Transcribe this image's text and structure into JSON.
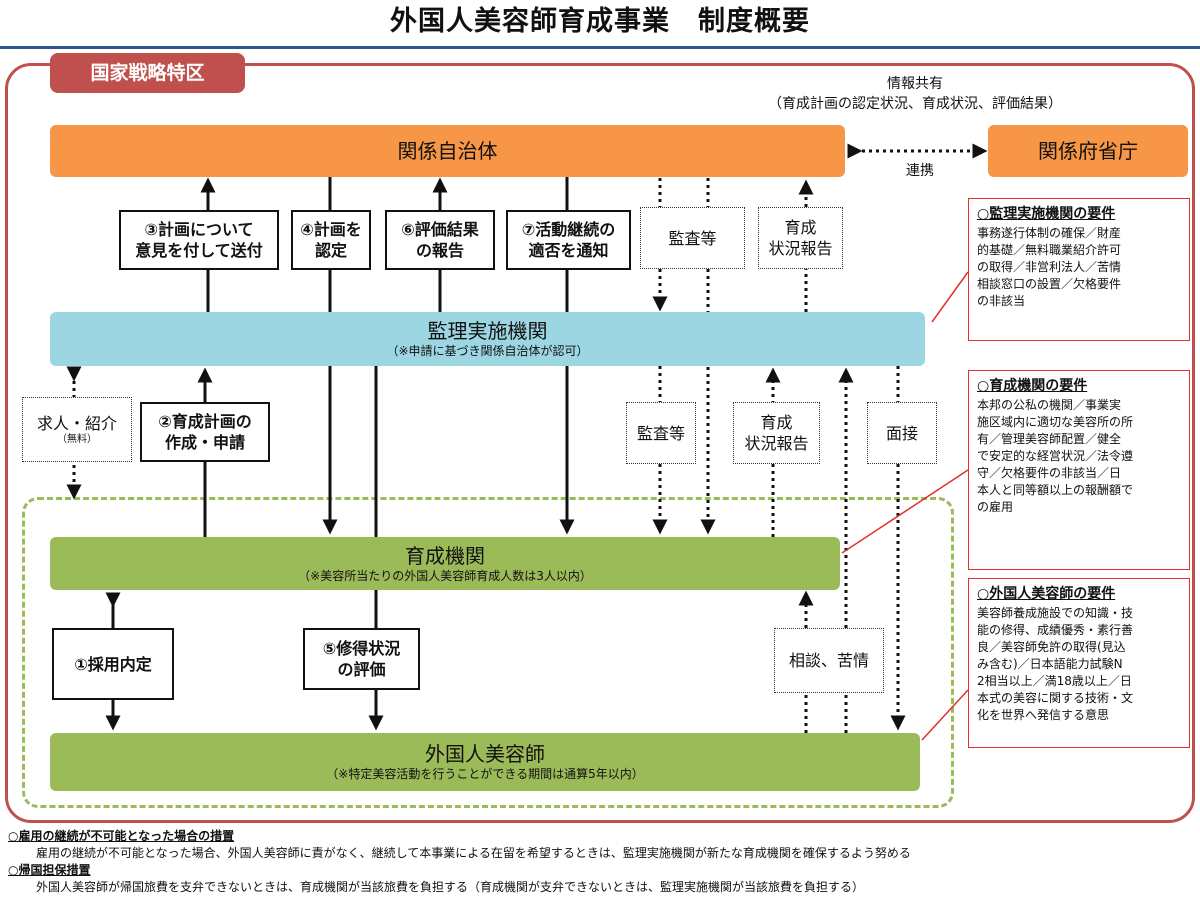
{
  "title": "外国人美容師育成事業　制度概要",
  "zone_label": "国家戦略特区",
  "info_share": {
    "line1": "情報共有",
    "line2": "（育成計画の認定状況、育成状況、評価結果）"
  },
  "entities": {
    "municipality": "関係自治体",
    "ministries": "関係府省庁",
    "supervisor": {
      "name": "監理実施機関",
      "note": "（※申請に基づき関係自治体が認可）"
    },
    "trainer": {
      "name": "育成機関",
      "note": "（※美容所当たりの外国人美容師育成人数は3人以内）"
    },
    "foreign": {
      "name": "外国人美容師",
      "note": "（※特定美容活動を行うことができる期間は通算5年以内）"
    }
  },
  "cooperation": "連携",
  "steps": {
    "s3": [
      "③計画について",
      "意見を付して送付"
    ],
    "s4": [
      "④計画を",
      "認定"
    ],
    "s6": [
      "⑥評価結果",
      "の報告"
    ],
    "s7": [
      "⑦活動継続の",
      "適否を通知"
    ],
    "s2": [
      "②育成計画の",
      "作成・申請"
    ],
    "s1": "①採用内定",
    "s5": [
      "⑤修得状況",
      "の評価"
    ]
  },
  "dotted_labels": {
    "audit_top": "監査等",
    "report_top": [
      "育成",
      "状況報告"
    ],
    "recruit": "求人・紹介",
    "recruit_note": "（無料）",
    "audit_mid": "監査等",
    "report_mid": [
      "育成",
      "状況報告"
    ],
    "interview": "面接",
    "consult": "相談、苦情"
  },
  "requirements": {
    "supervisor": {
      "title": "○監理実施機関の要件",
      "lines": [
        "事務遂行体制の確保／財産",
        "的基礎／無料職業紹介許可",
        "の取得／非営利法人／苦情",
        "相談窓口の設置／欠格要件",
        "の非該当"
      ]
    },
    "trainer": {
      "title": "○育成機関の要件",
      "lines": [
        "本邦の公私の機関／事業実",
        "施区域内に適切な美容所の所",
        "有／管理美容師配置／健全",
        "で安定的な経営状況／法令遵",
        "守／欠格要件の非該当／日",
        "本人と同等額以上の報酬額で",
        "の雇用"
      ]
    },
    "foreign": {
      "title": "○外国人美容師の要件",
      "lines": [
        "美容師養成施設での知識・技",
        "能の修得、成績優秀・素行善",
        "良／美容師免許の取得(見込",
        "み含む)／日本語能力試験N",
        "2相当以上／満18歳以上／日",
        "本式の美容に関する技術・文",
        "化を世界へ発信する意思"
      ]
    }
  },
  "footer": {
    "h1": "○雇用の継続が不可能となった場合の措置",
    "t1": "雇用の継続が不可能となった場合、外国人美容師に責がなく、継続して本事業による在留を希望するときは、監理実施機関が新たな育成機関を確保するよう努める",
    "h2": "○帰国担保措置",
    "t2": "外国人美容師が帰国旅費を支弁できないときは、育成機関が当該旅費を負担する（育成機関が支弁できないときは、監理実施機関が当該旅費を負担する）"
  },
  "colors": {
    "accent_red": "#c0504d",
    "orange": "#f79646",
    "blue": "#9dd6e3",
    "green": "#9bbb59",
    "title_rule": "#2f5597"
  }
}
